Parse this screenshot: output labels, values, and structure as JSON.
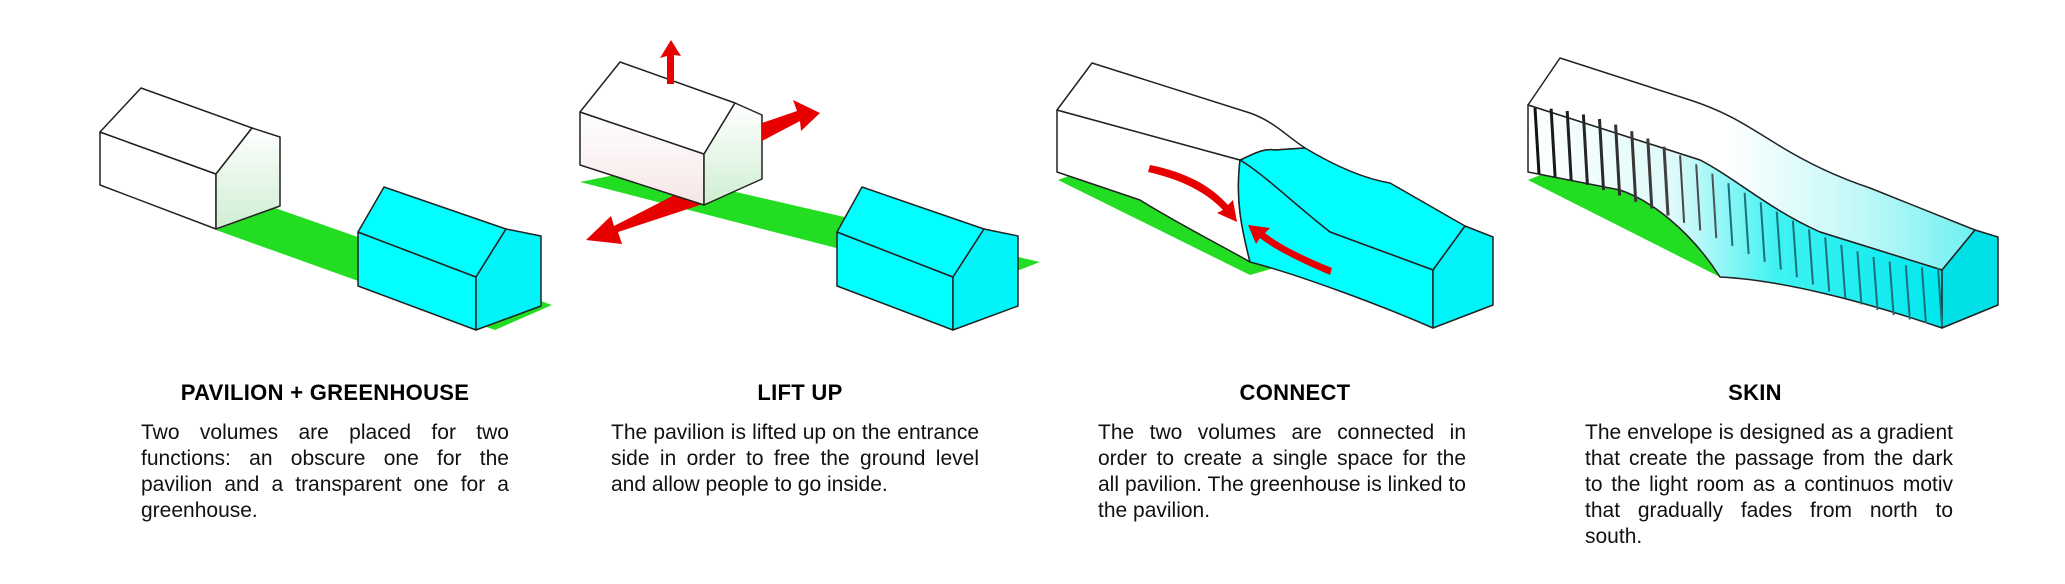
{
  "steps": [
    {
      "title": "PAVILION + GREENHOUSE",
      "text": "Two volumes are placed for two functions: an obscure one for the pavilion and a transparent one for a greenhouse.",
      "illustration": "pavilion-and-greenhouse-volumes"
    },
    {
      "title": "LIFT UP",
      "text": "The pavilion is lifted up on the entrance side in order to free the ground level and allow people to go inside.",
      "illustration": "lifted-pavilion-with-arrows"
    },
    {
      "title": "CONNECT",
      "text": "The two volumes are connected in order to create a single space for the all pavilion. The greenhouse is linked to the pavilion.",
      "illustration": "connected-volumes-with-arrows"
    },
    {
      "title": "SKIN",
      "text": "The envelope is designed as a gradient that create the passage from the dark to the light room as a continuos motiv that gradually fades from north to south.",
      "illustration": "gradient-skin-envelope"
    }
  ],
  "colors": {
    "ground": "#22dd22",
    "greenhouse": "#00ffff",
    "arrow": "#e80000",
    "outline": "#222222",
    "pavilion": "#ffffff"
  }
}
